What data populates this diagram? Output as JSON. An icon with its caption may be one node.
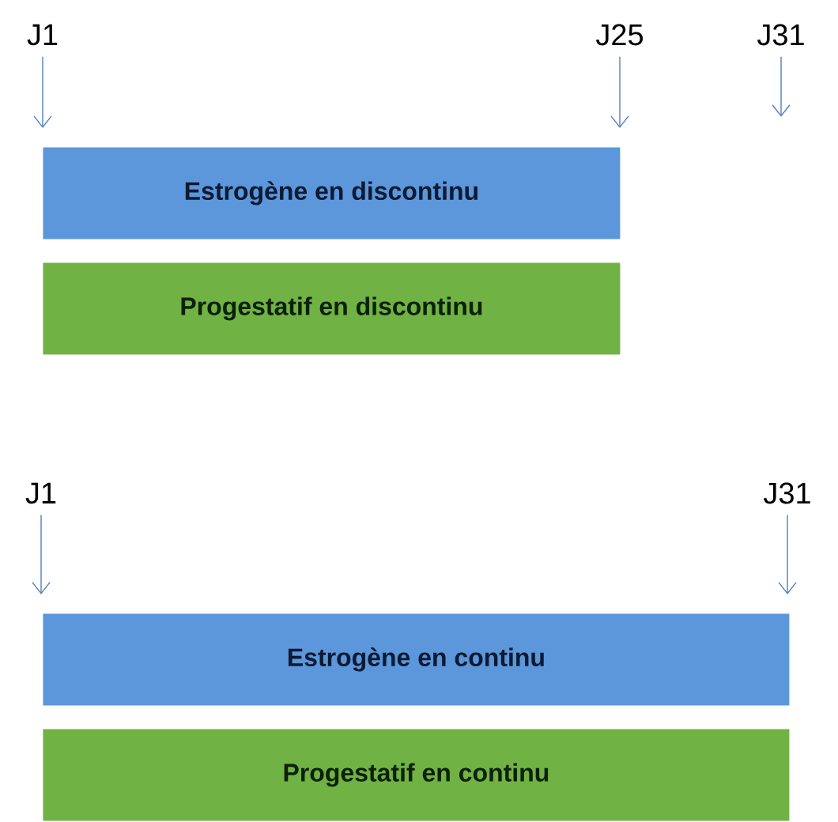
{
  "diagram": {
    "nodes": [
      {
        "text": [
          "J1"
        ]
      },
      {
        "text": [
          "J25"
        ]
      },
      {
        "text": [
          "J31"
        ]
      },
      {
        "text": [
          "Estrogène en discontinu"
        ]
      },
      {
        "text": [
          "Progestatif en discontinu"
        ]
      },
      {
        "text": [
          "J1"
        ]
      },
      {
        "text": [
          "J31"
        ]
      },
      {
        "text": [
          "Estrogène en continu"
        ]
      },
      {
        "text": [
          "Progestatif en continu"
        ]
      }
    ],
    "edges": [
      {
        "from": 0,
        "to": 3,
        "arrow": "to"
      },
      {
        "from": 1,
        "to": 3,
        "arrow": "to"
      },
      {
        "from": 2,
        "to": null,
        "arrow": "to"
      },
      {
        "from": 5,
        "to": 7,
        "arrow": "to"
      },
      {
        "from": 6,
        "to": 7,
        "arrow": "to"
      }
    ]
  }
}
